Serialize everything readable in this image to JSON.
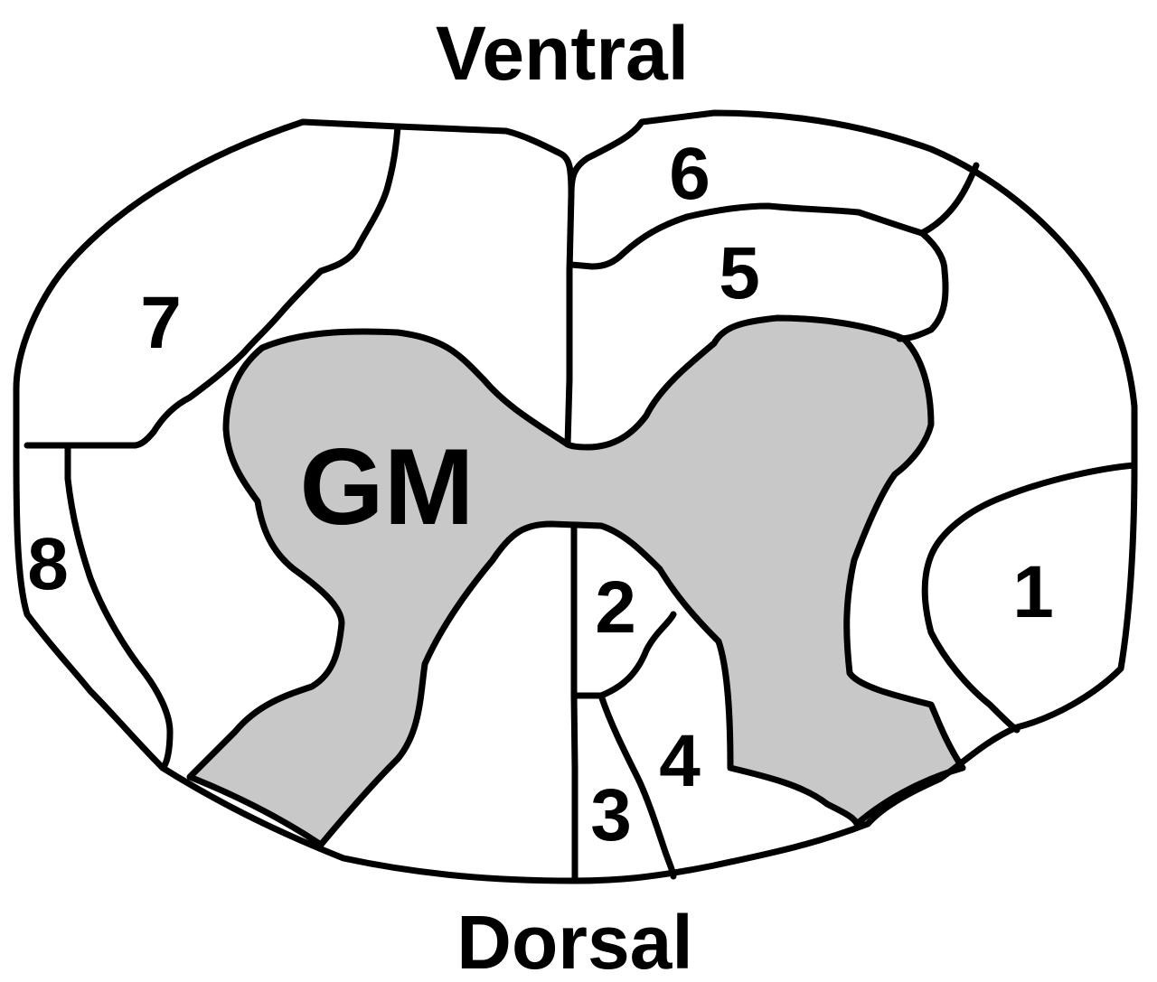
{
  "orientation": {
    "top": "Ventral",
    "bottom": "Dorsal"
  },
  "gray_matter": {
    "label": "GM",
    "fill": "#c8c8c8"
  },
  "regions": [
    "1",
    "2",
    "3",
    "4",
    "5",
    "6",
    "7",
    "8"
  ],
  "colors": {
    "stroke": "#000000",
    "background": "#ffffff"
  }
}
